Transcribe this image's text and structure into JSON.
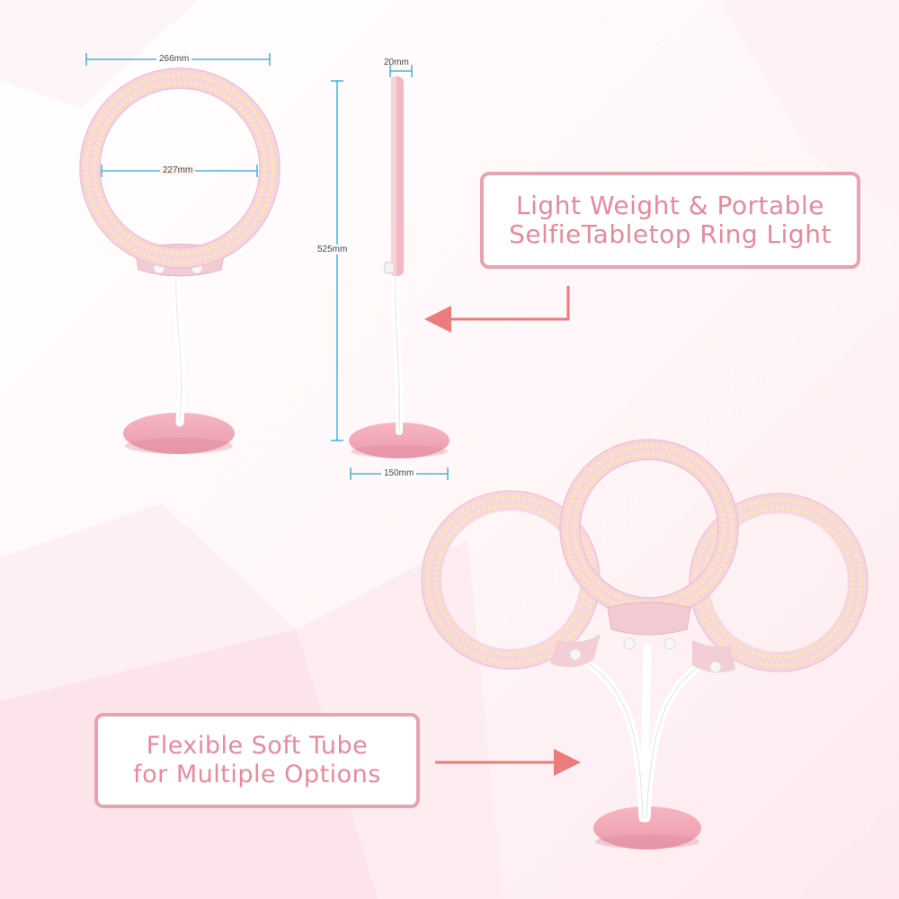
{
  "colors": {
    "background": "#ffffff",
    "ring_body": "#f6d6dc",
    "ring_rim": "#efc3cc",
    "led_warm": "#ffe9a8",
    "pink_base": "#f2a7b5",
    "callout_border": "#e8a3b1",
    "callout_text": "#e68a9c",
    "arrow": "#ec7b7b",
    "dimension_line": "#2aa5d8"
  },
  "dimensions": {
    "outer_width": "266mm",
    "inner_width": "227mm",
    "thickness": "20mm",
    "height": "525mm",
    "base_width": "150mm"
  },
  "callouts": {
    "portable": {
      "line1": "Light Weight & Portable",
      "line2": "SelfieTabletop Ring Light"
    },
    "flexible": {
      "line1": "Flexible Soft Tube",
      "line2": "for Multiple Options"
    }
  }
}
